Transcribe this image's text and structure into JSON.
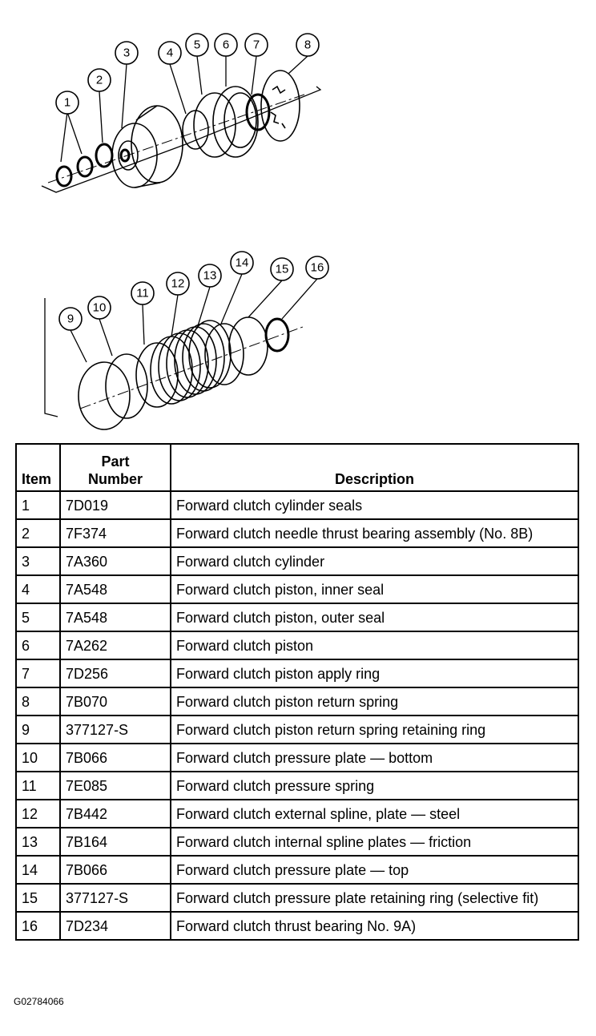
{
  "callouts": [
    "1",
    "2",
    "3",
    "4",
    "5",
    "6",
    "7",
    "8",
    "9",
    "10",
    "11",
    "12",
    "13",
    "14",
    "15",
    "16"
  ],
  "table": {
    "headers": {
      "item": "Item",
      "part": "Part\nNumber",
      "desc": "Description"
    },
    "rows": [
      {
        "item": "1",
        "part": "7D019",
        "desc": "Forward clutch cylinder seals"
      },
      {
        "item": "2",
        "part": "7F374",
        "desc": "Forward clutch needle thrust bearing assembly (No. 8B)"
      },
      {
        "item": "3",
        "part": "7A360",
        "desc": "Forward clutch cylinder"
      },
      {
        "item": "4",
        "part": "7A548",
        "desc": "Forward clutch piston, inner seal"
      },
      {
        "item": "5",
        "part": "7A548",
        "desc": "Forward clutch piston, outer seal"
      },
      {
        "item": "6",
        "part": "7A262",
        "desc": "Forward clutch piston"
      },
      {
        "item": "7",
        "part": "7D256",
        "desc": "Forward clutch piston apply ring"
      },
      {
        "item": "8",
        "part": "7B070",
        "desc": "Forward clutch piston return spring"
      },
      {
        "item": "9",
        "part": "377127-S",
        "desc": "Forward clutch piston return spring retaining ring"
      },
      {
        "item": "10",
        "part": "7B066",
        "desc": "Forward clutch pressure plate — bottom"
      },
      {
        "item": "11",
        "part": "7E085",
        "desc": "Forward clutch pressure spring"
      },
      {
        "item": "12",
        "part": "7B442",
        "desc": "Forward clutch external spline, plate — steel"
      },
      {
        "item": "13",
        "part": "7B164",
        "desc": "Forward clutch internal spline plates — friction"
      },
      {
        "item": "14",
        "part": "7B066",
        "desc": "Forward clutch pressure plate — top"
      },
      {
        "item": "15",
        "part": "377127-S",
        "desc": "Forward clutch pressure plate retaining ring (selective fit)"
      },
      {
        "item": "16",
        "part": "7D234",
        "desc": "Forward clutch thrust bearing No. 9A)"
      }
    ]
  },
  "figure_code": "G02784066"
}
